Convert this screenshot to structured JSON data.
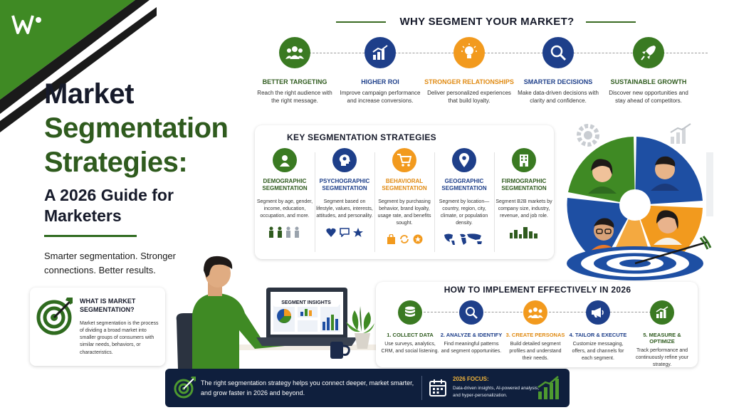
{
  "brand": {
    "logo_icon": "w-logo-icon",
    "colors": {
      "green": "#3a7a22",
      "dark": "#161a2a",
      "orange": "#f29a1e",
      "navy": "#1e3f8a"
    }
  },
  "title": {
    "line1": "Market",
    "line2": "Segmentation",
    "line3": "Strategies:",
    "subtitle": "A 2026 Guide for Marketers",
    "tagline": "Smarter segmentation. Stronger connections. Better results."
  },
  "why": {
    "title": "WHY SEGMENT YOUR MARKET?",
    "items": [
      {
        "label": "BETTER TARGETING",
        "desc": "Reach the right audience with the right message.",
        "icon": "people-icon",
        "color": "#3a7a22"
      },
      {
        "label": "HIGHER ROI",
        "desc": "Improve campaign performance and increase conversions.",
        "icon": "growth-chart-icon",
        "color": "#1e3f8a"
      },
      {
        "label": "STRONGER RELATIONSHIPS",
        "desc": "Deliver personalized experiences that build loyalty.",
        "icon": "lightbulb-icon",
        "color": "#f29a1e"
      },
      {
        "label": "SMARTER DECISIONS",
        "desc": "Make data-driven decisions with clarity and confidence.",
        "icon": "magnifier-icon",
        "color": "#1e3f8a"
      },
      {
        "label": "SUSTAINABLE GROWTH",
        "desc": "Discover new opportunities and stay ahead of competitors.",
        "icon": "rocket-icon",
        "color": "#3a7a22"
      }
    ]
  },
  "strategies": {
    "title": "KEY SEGMENTATION STRATEGIES",
    "items": [
      {
        "label": "DEMOGRAPHIC SEGMENTATION",
        "desc": "Segment by age, gender, income, education, occupation, and more.",
        "icon": "person-icon",
        "color": "#3a7a22",
        "label_color": "#2f5b1e"
      },
      {
        "label": "PSYCHOGRAPHIC SEGMENTATION",
        "desc": "Segment based on lifestyle, values, interests, attitudes, and personality.",
        "icon": "brain-head-icon",
        "color": "#1e3f8a",
        "label_color": "#1e3f8a"
      },
      {
        "label": "BEHAVIORAL SEGMENTATION",
        "desc": "Segment by purchasing behavior, brand loyalty, usage rate, and benefits sought.",
        "icon": "shopping-cart-icon",
        "color": "#f29a1e",
        "label_color": "#e08a12"
      },
      {
        "label": "GEOGRAPHIC SEGMENTATION",
        "desc": "Segment by location—country, region, city, climate, or population density.",
        "icon": "map-pin-icon",
        "color": "#1e3f8a",
        "label_color": "#1e3f8a"
      },
      {
        "label": "FIRMOGRAPHIC SEGMENTATION",
        "desc": "Segment B2B markets by company size, industry, revenue, and job role.",
        "icon": "building-icon",
        "color": "#3a7a22",
        "label_color": "#2f5b1e"
      }
    ]
  },
  "what": {
    "title": "WHAT IS MARKET SEGMENTATION?",
    "desc": "Market segmentation is the process of dividing a broad market into smaller groups of consumers with similar needs, behaviors, or characteristics.",
    "icon": "target-arrow-icon"
  },
  "screen": {
    "title": "SEGMENT INSIGHTS"
  },
  "implement": {
    "title": "HOW TO IMPLEMENT EFFECTIVELY IN 2026",
    "items": [
      {
        "label": "1. COLLECT DATA",
        "desc": "Use surveys, analytics, CRM, and social listening.",
        "icon": "database-icon",
        "color": "#3a7a22",
        "label_color": "#2f5b1e"
      },
      {
        "label": "2. ANALYZE & IDENTIFY",
        "desc": "Find meaningful patterns and segment opportunities.",
        "icon": "magnifier-icon",
        "color": "#1e3f8a",
        "label_color": "#1e3f8a"
      },
      {
        "label": "3. CREATE PERSONAS",
        "desc": "Build detailed segment profiles and understand their needs.",
        "icon": "team-icon",
        "color": "#f29a1e",
        "label_color": "#e08a12"
      },
      {
        "label": "4. TAILOR & EXECUTE",
        "desc": "Customize messaging, offers, and channels for each segment.",
        "icon": "megaphone-icon",
        "color": "#1e3f8a",
        "label_color": "#1e3f8a"
      },
      {
        "label": "5. MEASURE & OPTIMIZE",
        "desc": "Track performance and continuously refine your strategy.",
        "icon": "bar-chart-icon",
        "color": "#3a7a22",
        "label_color": "#2f5b1e"
      }
    ]
  },
  "banner": {
    "text": "The right segmentation strategy helps you connect deeper, market smarter, and grow faster in 2026 and beyond.",
    "focus_title": "2026 FOCUS:",
    "focus_desc": "Data-driven insights, AI-powered analysis, and hyper-personalization."
  }
}
